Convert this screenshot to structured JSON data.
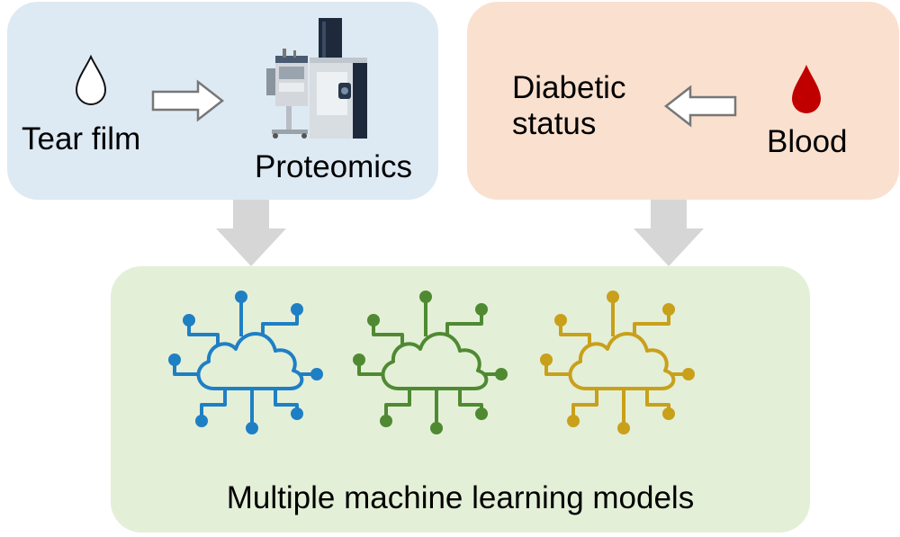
{
  "tear_film": {
    "label": "Tear film",
    "icon": "droplet-outline-icon"
  },
  "proteomics": {
    "label": "Proteomics",
    "icon": "mass-spectrometer-icon"
  },
  "diabetic_status": {
    "label": "Diabetic\nstatus"
  },
  "blood": {
    "label": "Blood",
    "icon": "blood-drop-icon",
    "color": "#c00000"
  },
  "ml_models": {
    "label": "Multiple machine learning models",
    "clouds": [
      {
        "icon": "ml-cloud-icon",
        "color": "#1f7fc4"
      },
      {
        "icon": "ml-cloud-icon",
        "color": "#4f8a32"
      },
      {
        "icon": "ml-cloud-icon",
        "color": "#c9a01a"
      }
    ]
  },
  "colors": {
    "tear_panel": "#dde9f3",
    "blood_panel": "#fae0cf",
    "ml_panel": "#e4efd8",
    "arrow": "#d6d6d6",
    "outline_arrow": "#777777"
  }
}
